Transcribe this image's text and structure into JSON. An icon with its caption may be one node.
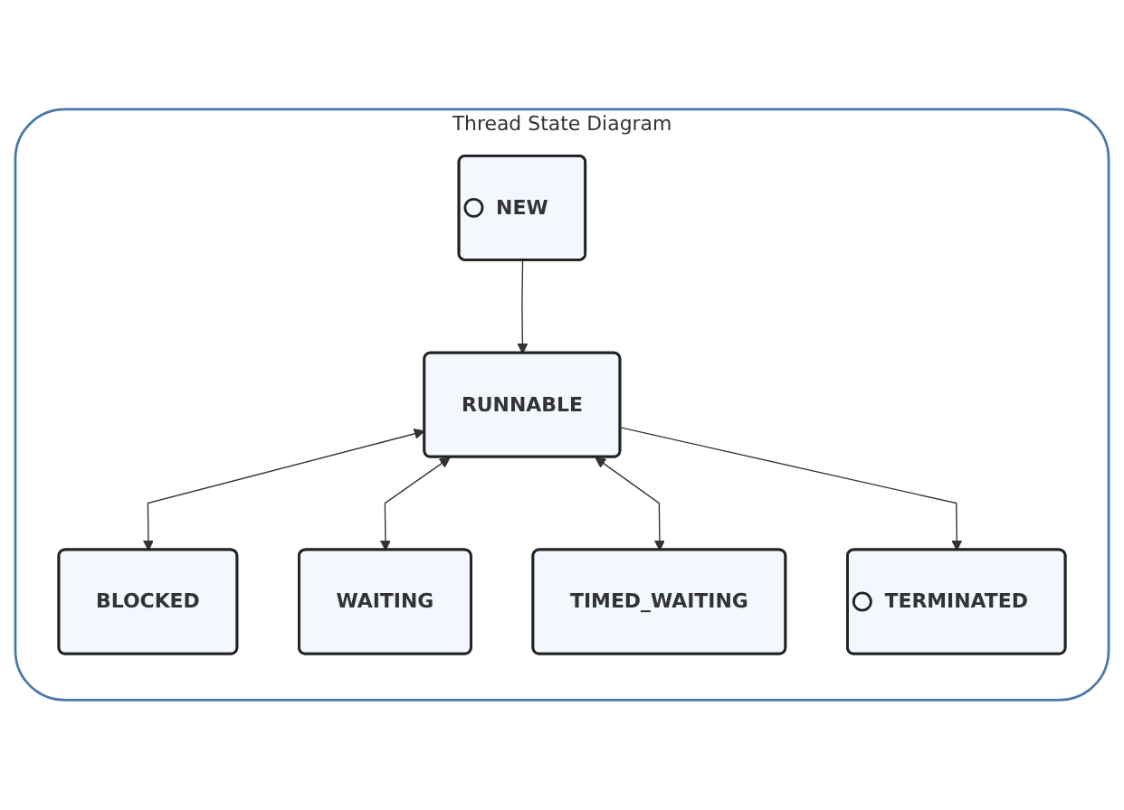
{
  "diagram": {
    "nodes": [
      {
        "text": [
          "Thread State Diagram"
        ]
      },
      {
        "text": [
          "NEW"
        ],
        "in": 0
      },
      {
        "text": [
          "BLOCKED"
        ],
        "in": 0
      },
      {
        "text": [
          "RUNNABLE"
        ],
        "in": 0
      },
      {
        "text": [
          "WAITING"
        ],
        "in": 0
      },
      {
        "text": [
          "TIMED_WAITING"
        ],
        "in": 0
      },
      {
        "text": [
          "TERMINATED"
        ],
        "in": 0
      }
    ],
    "edges": [
      {
        "from": 1,
        "to": 3,
        "arrow": "to"
      },
      {
        "from": 3,
        "to": 2,
        "arrow": "both"
      },
      {
        "from": 3,
        "to": 4,
        "arrow": "both"
      },
      {
        "from": 3,
        "to": 5,
        "arrow": "both"
      },
      {
        "from": 3,
        "to": 6,
        "arrow": "to"
      }
    ]
  }
}
